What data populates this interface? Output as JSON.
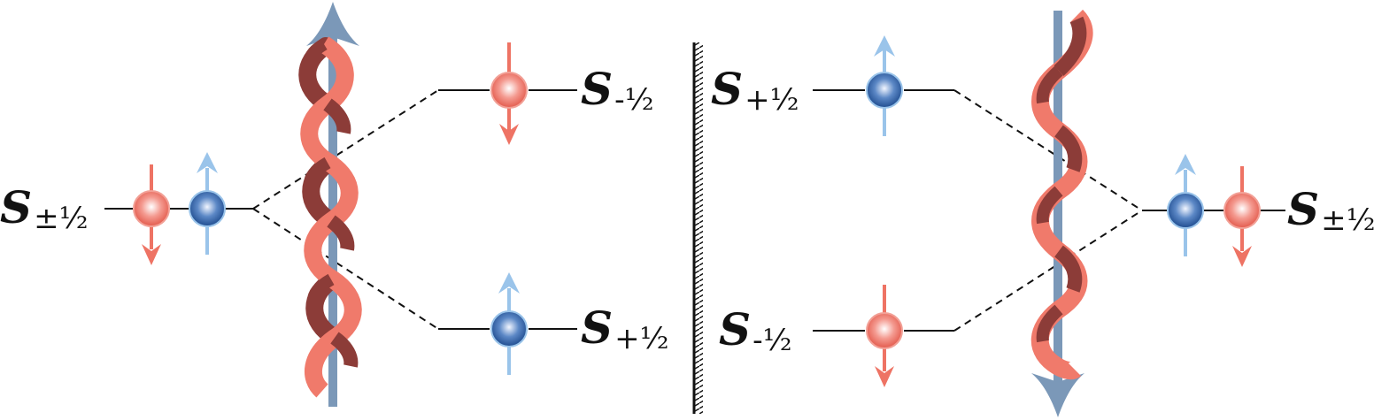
{
  "labels": {
    "left_degenerate": {
      "symbol": "S",
      "sub": "±½"
    },
    "left_upper": {
      "symbol": "S",
      "sub": "-½"
    },
    "left_lower": {
      "symbol": "S",
      "sub": "+½"
    },
    "right_upper": {
      "symbol": "S",
      "sub": "+½"
    },
    "right_lower": {
      "symbol": "S",
      "sub": "-½"
    },
    "right_degenerate": {
      "symbol": "S",
      "sub": "±½"
    }
  },
  "colors": {
    "spin_down": "#ee7364",
    "spin_up": "#3d6fb3",
    "spin_up_arrow": "#9ac4ea",
    "helix_front": "#f07a6b",
    "helix_back": "#8c3c38",
    "axis": "#7b98b8",
    "line": "#111111"
  },
  "icons": {
    "spin_down": "red-spin-down-sphere-icon",
    "spin_up": "blue-spin-up-sphere-icon",
    "helix": "chiral-helix-icon",
    "mirror": "mirror-plane-icon"
  }
}
